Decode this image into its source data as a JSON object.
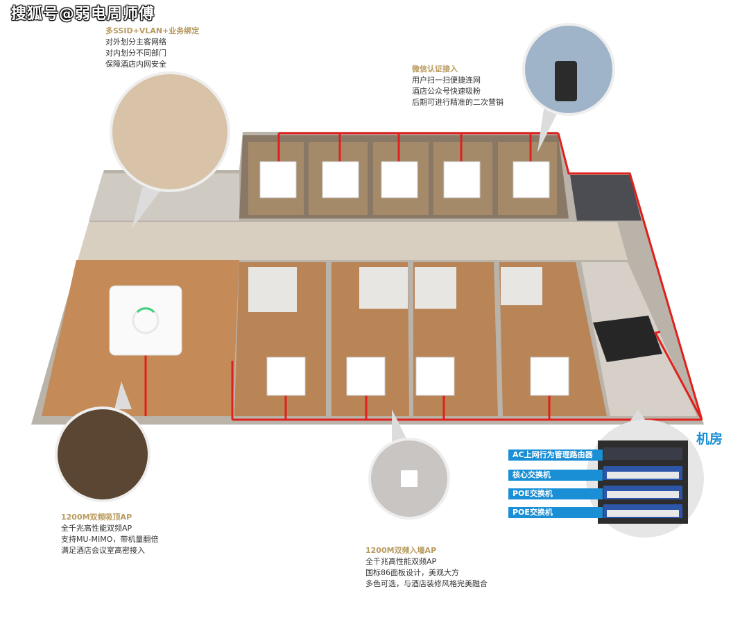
{
  "watermark": "搜狐号@弱电周师傅",
  "callouts": {
    "vlan": {
      "title": "多SSID+VLAN+业务绑定",
      "lines": [
        "对外划分主客网络",
        "对内划分不同部门",
        "保障酒店内网安全"
      ]
    },
    "wechat": {
      "title": "微信认证接入",
      "lines": [
        "用户扫一扫便捷连网",
        "酒店公众号快速吸粉",
        "后期可进行精准的二次营销"
      ]
    },
    "ceiling_ap": {
      "title": "1200M双频吸顶AP",
      "lines": [
        "全千兆高性能双频AP",
        "支持MU-MIMO，带机量翻倍",
        "满足酒店会议室高密接入"
      ]
    },
    "wall_ap": {
      "title": "1200M双频入墙AP",
      "lines": [
        "全千兆高性能双频AP",
        "国标86面板设计，美观大方",
        "多色可选，与酒店装修风格完美融合"
      ]
    }
  },
  "server_room": {
    "title": "机房",
    "devices": [
      "AC上网行为管理路由器",
      "核心交换机",
      "POE交换机",
      "POE交换机"
    ]
  },
  "colors": {
    "cable": "#e0201c",
    "label_bg": "#1a8fd6",
    "heading": "#b89a5e",
    "floor": "#c48a58"
  }
}
